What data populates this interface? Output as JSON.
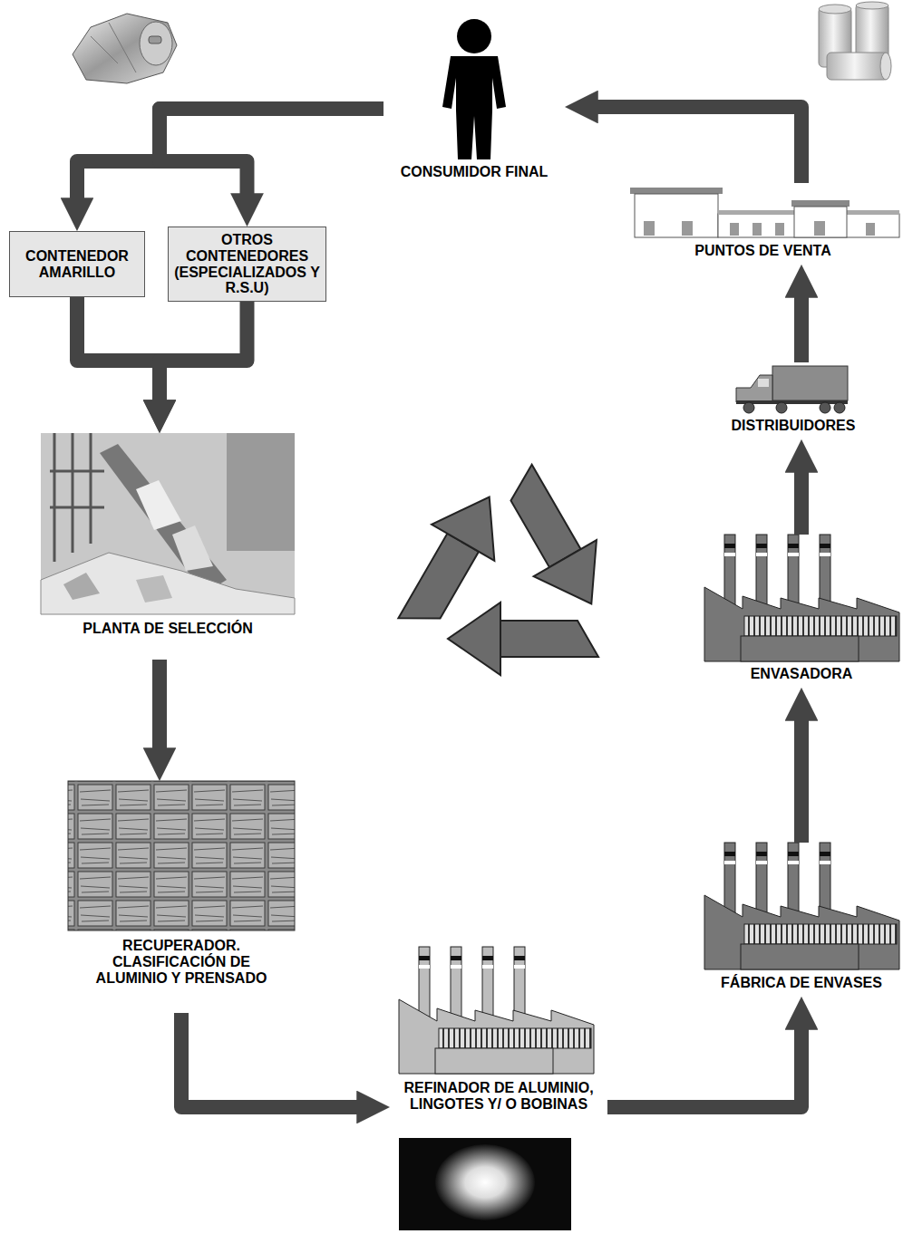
{
  "diagram": {
    "nodes": [
      {
        "text": [
          "CONSUMIDOR FINAL"
        ]
      },
      {
        "text": [
          "CONTENEDOR AMARILLO"
        ]
      },
      {
        "text": [
          "OTROS CONTENEDORES (ESPECIALIZADOS Y R.S.U)"
        ]
      },
      {
        "text": [
          "PLANTA DE SELECCIÓN"
        ]
      },
      {
        "text": [
          "RECUPERADOR. CLASIFICACIÓN DE ALUMINIO Y PRENSADO"
        ]
      },
      {
        "text": [
          "REFINADOR DE ALUMINIO, LINGOTES Y/ O BOBINAS"
        ]
      },
      {
        "text": [
          "FÁBRICA DE ENVASES"
        ]
      },
      {
        "text": [
          "ENVASADORA"
        ]
      },
      {
        "text": [
          "DISTRIBUIDORES"
        ]
      },
      {
        "text": [
          "PUNTOS DE VENTA"
        ]
      }
    ],
    "edges": [
      {
        "from": 0,
        "to": 1,
        "arrow": "to"
      },
      {
        "from": 0,
        "to": 2,
        "arrow": "to"
      },
      {
        "from": 1,
        "to": 3,
        "arrow": "to"
      },
      {
        "from": 2,
        "to": 3,
        "arrow": "to"
      },
      {
        "from": 3,
        "to": 4,
        "arrow": "to"
      },
      {
        "from": 4,
        "to": 5,
        "arrow": "to"
      },
      {
        "from": 5,
        "to": 6,
        "arrow": "to"
      },
      {
        "from": 6,
        "to": 7,
        "arrow": "to"
      },
      {
        "from": 7,
        "to": 8,
        "arrow": "to"
      },
      {
        "from": 8,
        "to": 9,
        "arrow": "to"
      },
      {
        "from": 9,
        "to": 0,
        "arrow": "to"
      }
    ]
  }
}
